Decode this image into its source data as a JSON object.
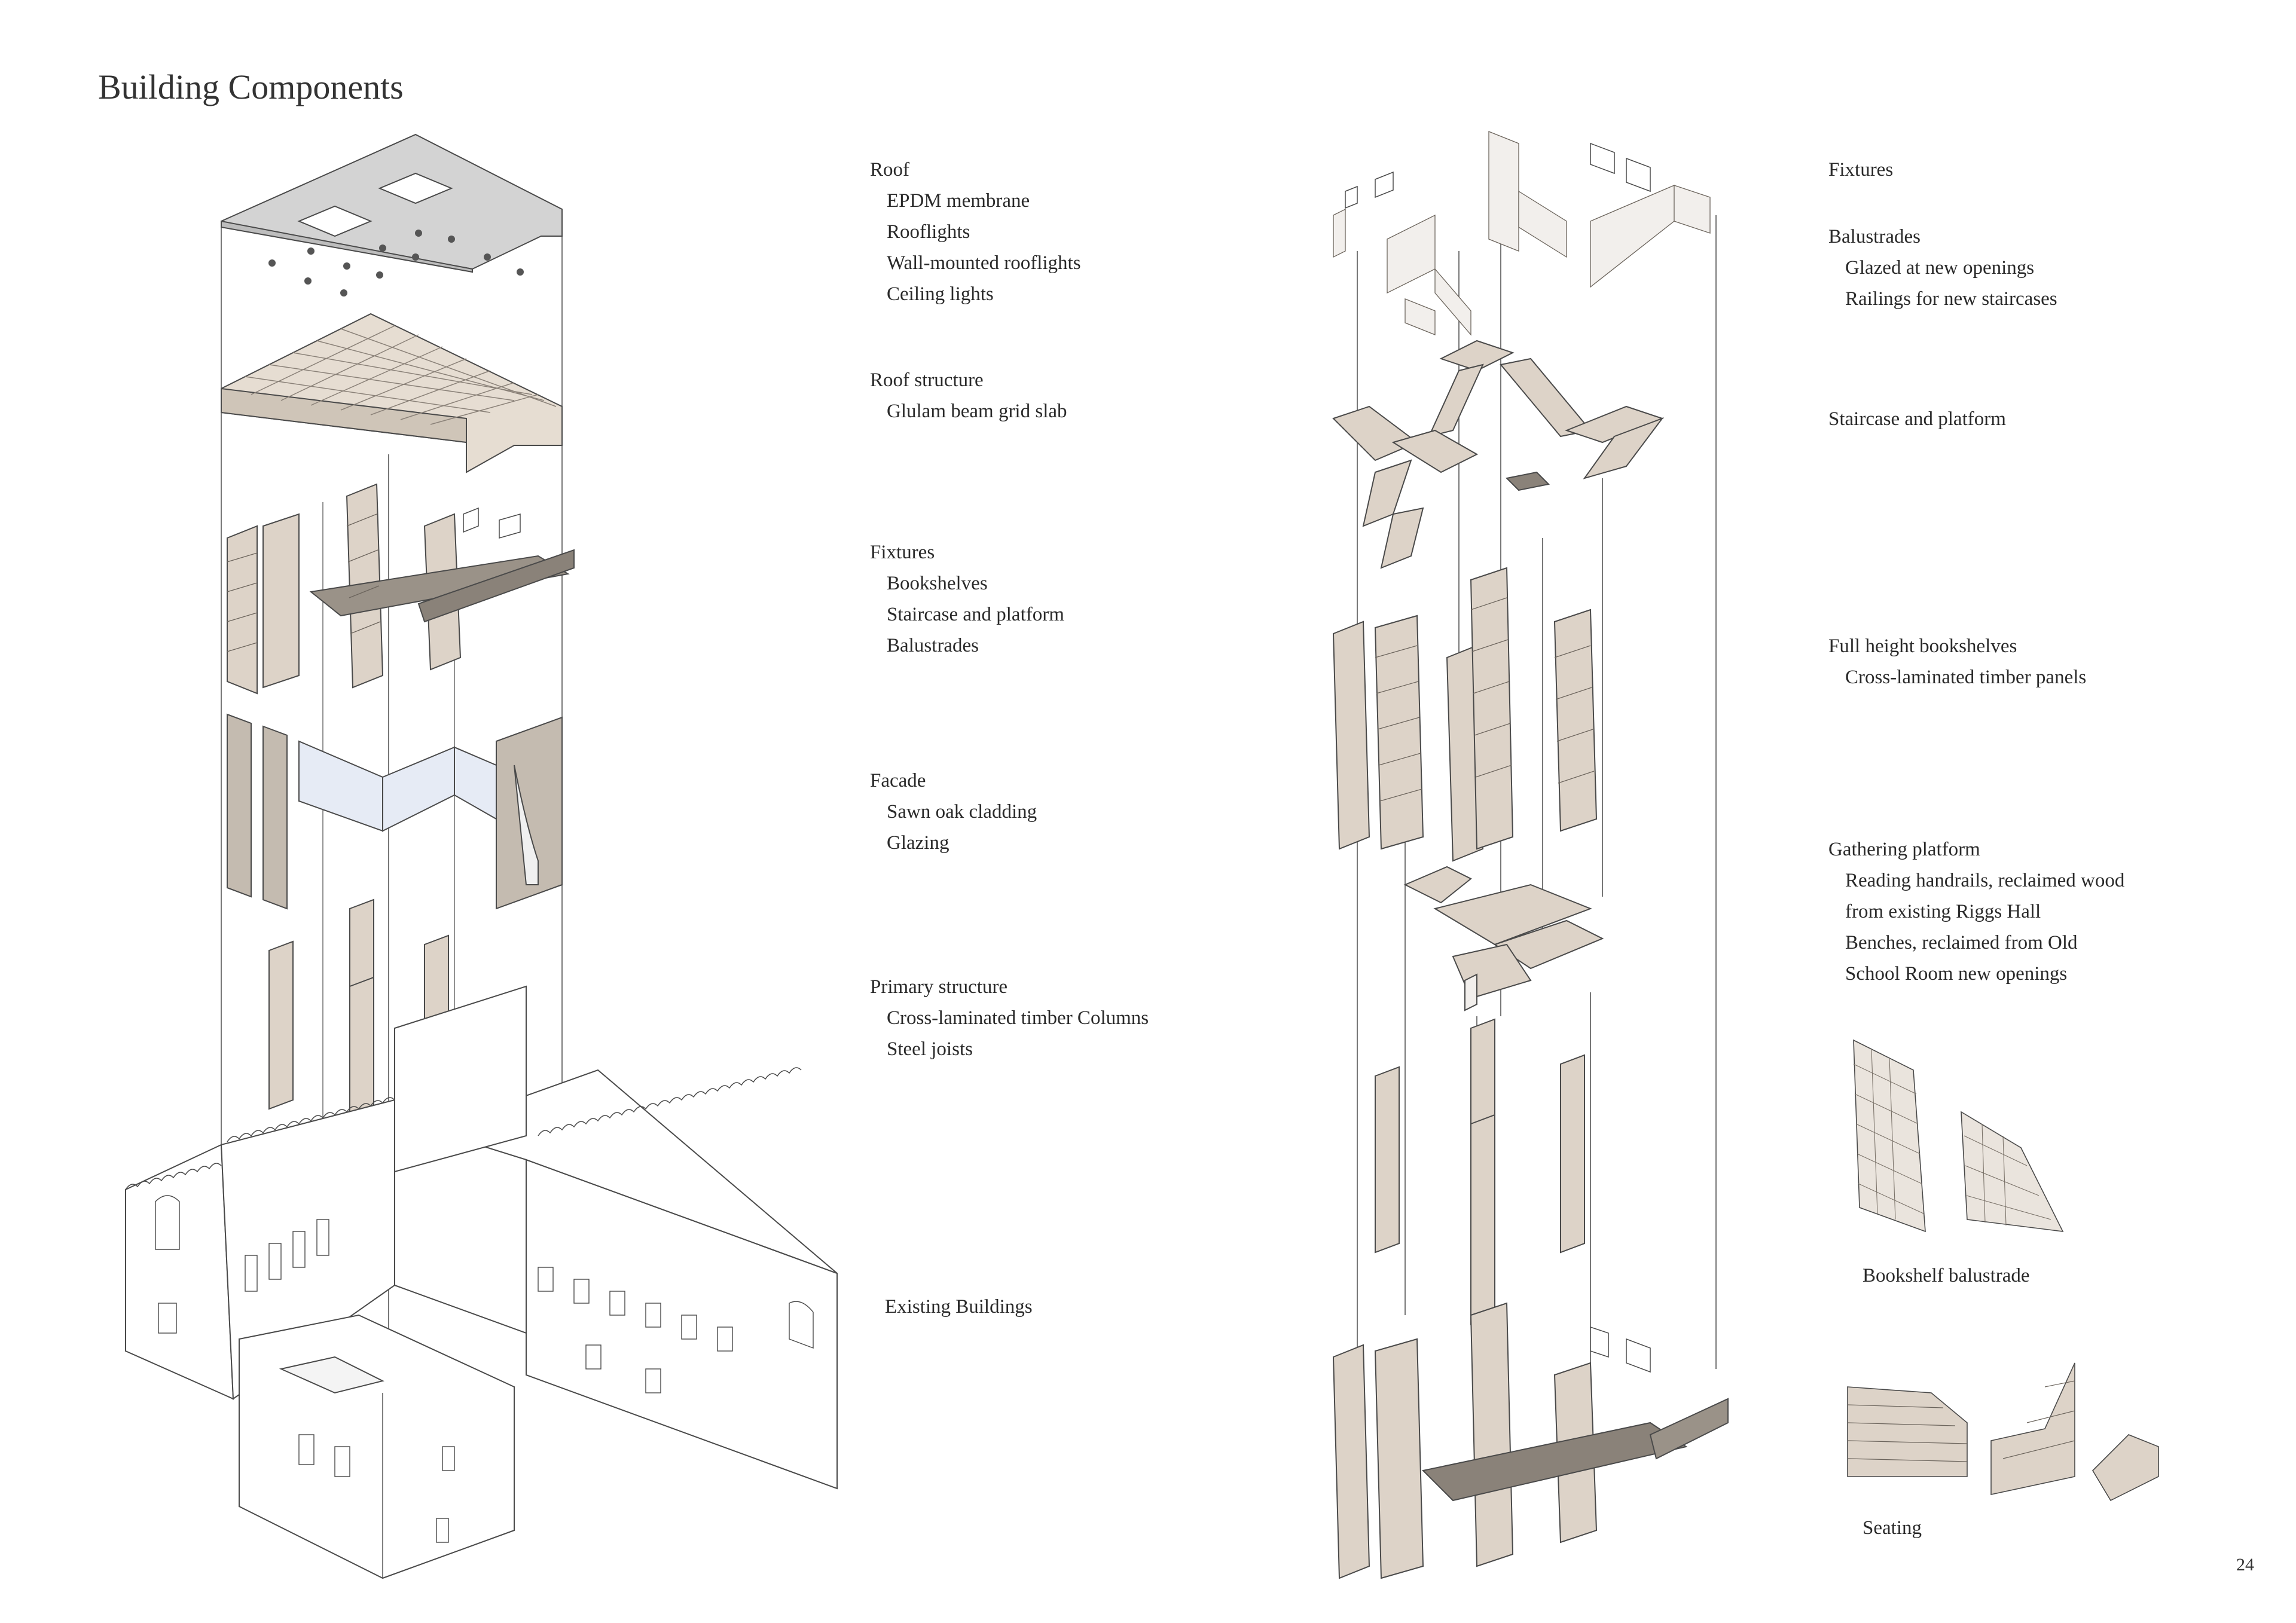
{
  "page": {
    "title": "Building Components",
    "page_number": "24"
  },
  "left_labels": {
    "roof": {
      "heading": "Roof",
      "items": [
        "EPDM membrane",
        "Rooflights",
        "Wall-mounted rooflights",
        "Ceiling lights"
      ]
    },
    "roof_structure": {
      "heading": "Roof  structure",
      "items": [
        "Glulam beam grid slab"
      ]
    },
    "fixtures": {
      "heading": "Fixtures",
      "items": [
        "Bookshelves",
        "Staircase and platform",
        "Balustrades"
      ]
    },
    "facade": {
      "heading": "Facade",
      "items": [
        "Sawn oak cladding",
        "Glazing"
      ]
    },
    "primary_structure": {
      "heading": "Primary structure",
      "items": [
        "Cross-laminated timber Columns",
        "Steel joists"
      ]
    },
    "existing": {
      "heading": "Existing Buildings"
    }
  },
  "right_labels": {
    "fixtures": {
      "heading": "Fixtures"
    },
    "balustrades": {
      "heading": "Balustrades",
      "items": [
        "Glazed at new openings",
        "Railings for new staircases"
      ]
    },
    "staircase": {
      "heading": "Staircase and platform"
    },
    "bookshelves": {
      "heading": "Full height bookshelves",
      "items": [
        "Cross-laminated timber panels"
      ]
    },
    "gathering": {
      "heading": "Gathering platform",
      "items": [
        "Reading handrails, reclaimed wood",
        "from existing Riggs Hall",
        "Benches, reclaimed from Old",
        "School Room new openings"
      ]
    },
    "bookshelf_balustrade": {
      "heading": "Bookshelf balustrade"
    },
    "seating": {
      "heading": "Seating"
    }
  },
  "colors": {
    "timber": "#ddd3c8",
    "timber_dark": "#b8aea3",
    "roof_grey": "#c9c9c9",
    "line": "#4a4a4a",
    "glass": "#e6ebf5"
  }
}
